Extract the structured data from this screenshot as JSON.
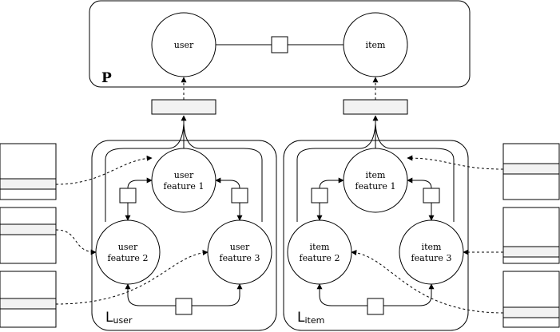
{
  "panel_p": {
    "label": "P"
  },
  "top_nodes": {
    "user": "user",
    "item": "item"
  },
  "user_group": {
    "label_main": "L",
    "label_sub": "user",
    "feature1": [
      "user",
      "feature 1"
    ],
    "feature2": [
      "user",
      "feature 2"
    ],
    "feature3": [
      "user",
      "feature 3"
    ]
  },
  "item_group": {
    "label_main": "L",
    "label_sub": "item",
    "feature1": [
      "item",
      "feature 1"
    ],
    "feature2": [
      "item",
      "feature 2"
    ],
    "feature3": [
      "item",
      "feature 3"
    ]
  },
  "colors": {
    "bar_fill": "#f2f2f2",
    "stroke": "#000000",
    "background": "#ffffff"
  }
}
